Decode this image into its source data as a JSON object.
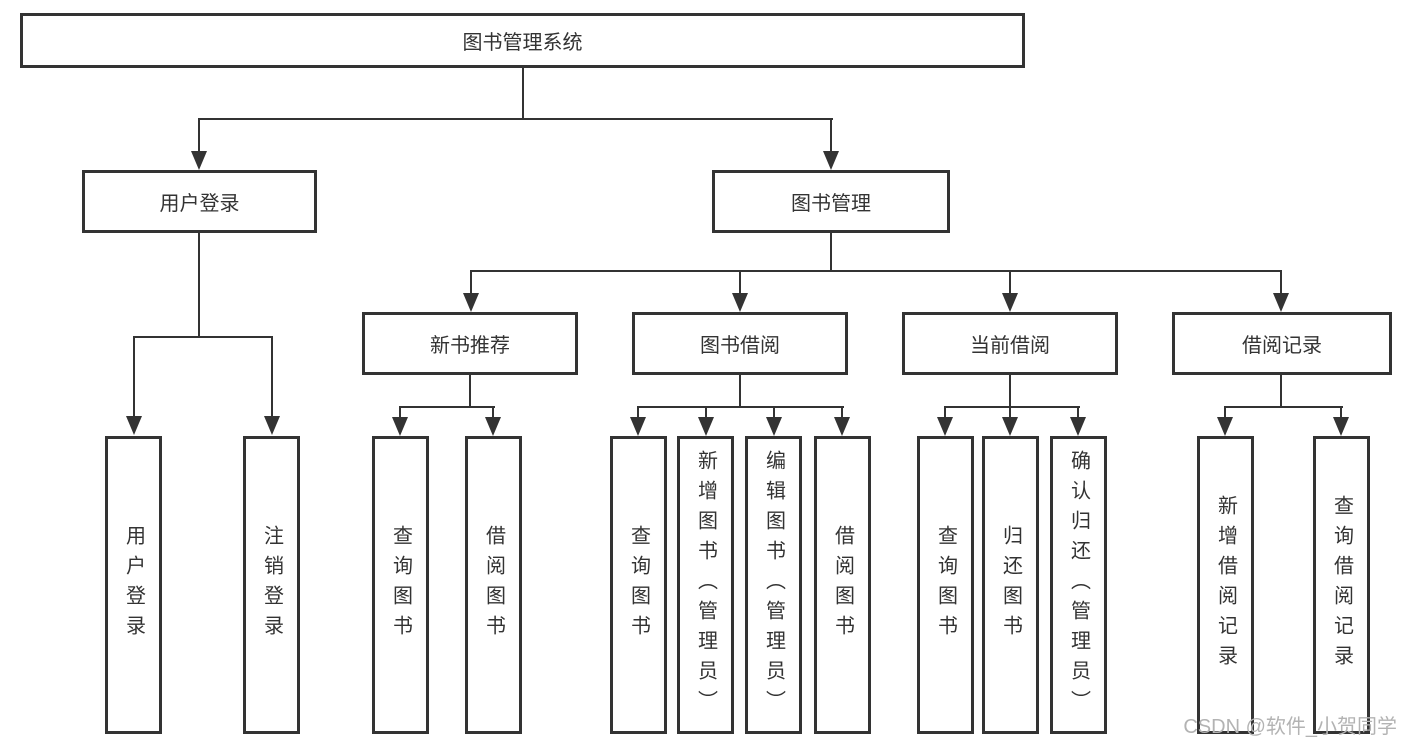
{
  "tree": {
    "label": "图书管理系统",
    "children": [
      {
        "label": "用户登录",
        "children": [
          {
            "label": "用户登录"
          },
          {
            "label": "注销登录"
          }
        ]
      },
      {
        "label": "图书管理",
        "children": [
          {
            "label": "新书推荐",
            "children": [
              {
                "label": "查询图书"
              },
              {
                "label": "借阅图书"
              }
            ]
          },
          {
            "label": "图书借阅",
            "children": [
              {
                "label": "查询图书"
              },
              {
                "label": "新增图书（管理员）"
              },
              {
                "label": "编辑图书（管理员）"
              },
              {
                "label": "借阅图书"
              }
            ]
          },
          {
            "label": "当前借阅",
            "children": [
              {
                "label": "查询图书"
              },
              {
                "label": "归还图书"
              },
              {
                "label": "确认归还（管理员）"
              }
            ]
          },
          {
            "label": "借阅记录",
            "children": [
              {
                "label": "新增借阅记录"
              },
              {
                "label": "查询借阅记录"
              }
            ]
          }
        ]
      }
    ]
  },
  "watermark": {
    "text": "CSDN @软件_小贺同学"
  },
  "colors": {
    "line": "#333333",
    "text": "#333333",
    "box_background": "#ffffff",
    "watermark": "#b3b3b3",
    "page_background": "#ffffff"
  }
}
